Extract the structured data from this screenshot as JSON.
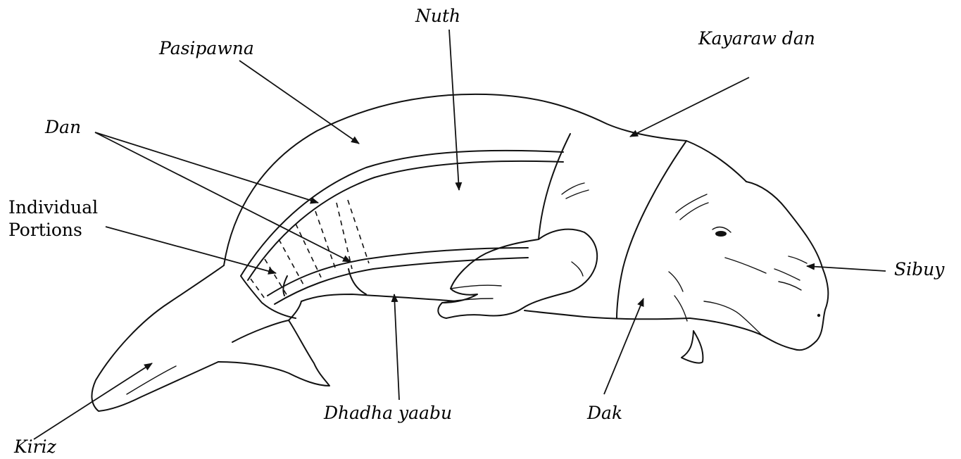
{
  "labels": {
    "nuth": "Nuth",
    "pasipawna": "Pasipawna",
    "kayaraw_dan": "Kayaraw dan",
    "dan": "Dan",
    "individual_portions_line1": "Individual",
    "individual_portions_line2": "Portions",
    "sibuy": "Sibuy",
    "kiriz": "Kiriz",
    "dhadha_yaabu": "Dhadha yaabu",
    "dak": "Dak"
  }
}
